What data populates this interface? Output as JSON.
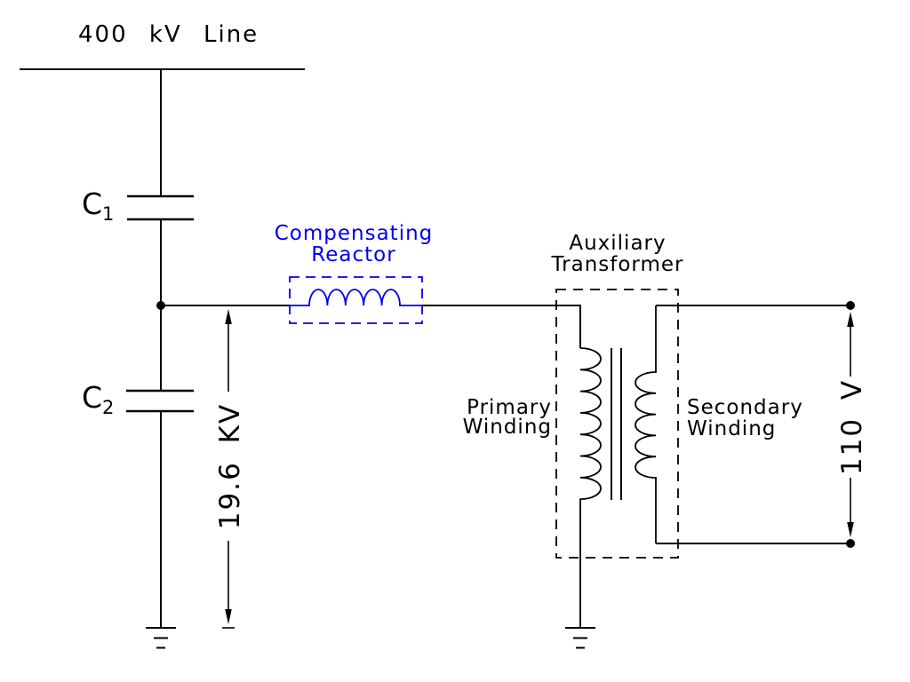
{
  "title": "400 kV Line",
  "colors": {
    "wire": "#000000",
    "reactor_blue": "#0000f0",
    "background": "#ffffff"
  },
  "components": {
    "c1": {
      "name": "C",
      "sub": "1"
    },
    "c2": {
      "name": "C",
      "sub": "2"
    },
    "reactor": {
      "line1": "Compensating",
      "line2": "Reactor"
    },
    "transformer": {
      "line1": "Auxiliary",
      "line2": "Transformer"
    },
    "primary": {
      "line1": "Primary",
      "line2": "Winding"
    },
    "secondary": {
      "line1": "Secondary",
      "line2": "Winding"
    }
  },
  "measurements": {
    "tap_voltage": "19.6 KV",
    "output_voltage": "110 V"
  }
}
